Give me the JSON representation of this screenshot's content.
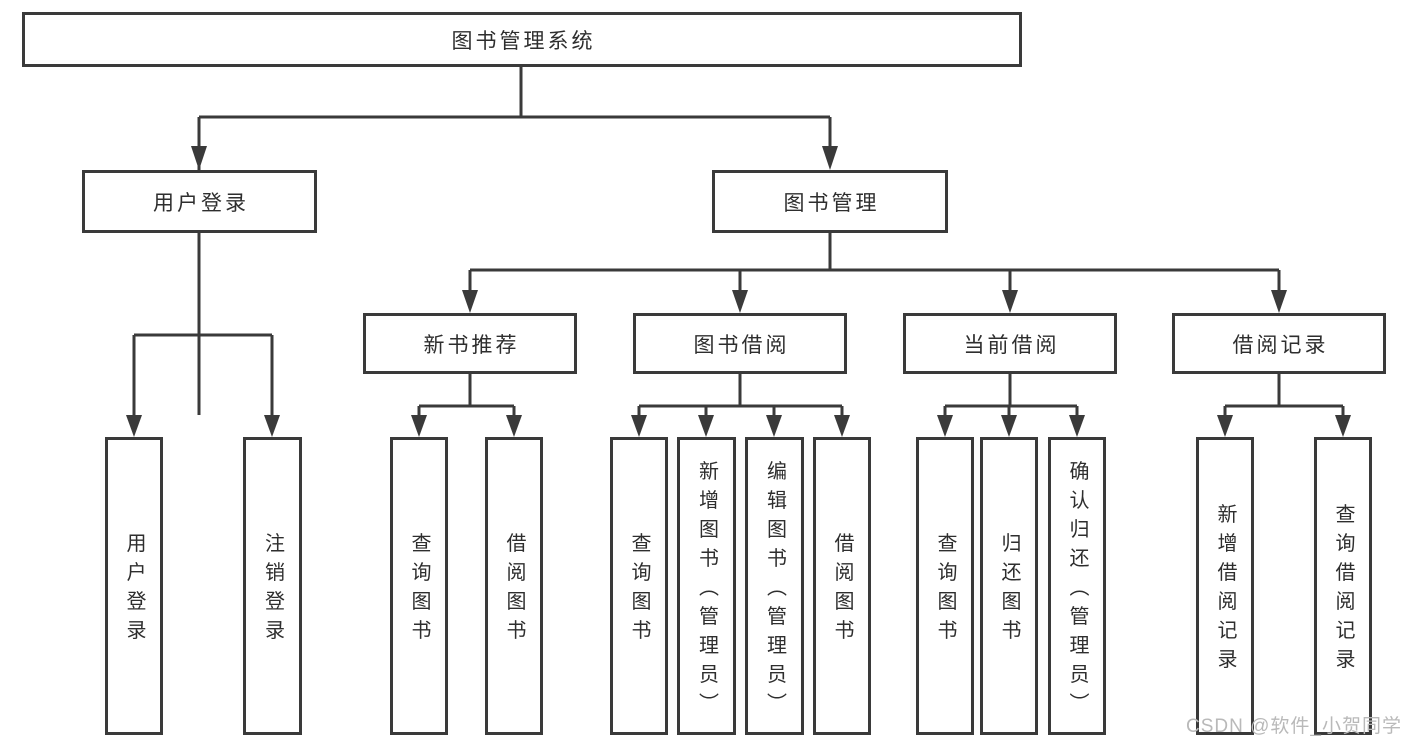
{
  "tree": {
    "label": "图书管理系统",
    "children": [
      {
        "label": "用户登录",
        "children": [
          {
            "label": "用户登录"
          },
          {
            "label": "注销登录"
          }
        ]
      },
      {
        "label": "图书管理",
        "children": [
          {
            "label": "新书推荐",
            "children": [
              {
                "label": "查询图书"
              },
              {
                "label": "借阅图书"
              }
            ]
          },
          {
            "label": "图书借阅",
            "children": [
              {
                "label": "查询图书"
              },
              {
                "label": "新增图书（管理员）"
              },
              {
                "label": "编辑图书（管理员）"
              },
              {
                "label": "借阅图书"
              }
            ]
          },
          {
            "label": "当前借阅",
            "children": [
              {
                "label": "查询图书"
              },
              {
                "label": "归还图书"
              },
              {
                "label": "确认归还（管理员）"
              }
            ]
          },
          {
            "label": "借阅记录",
            "children": [
              {
                "label": "新增借阅记录"
              },
              {
                "label": "查询借阅记录"
              }
            ]
          }
        ]
      }
    ]
  },
  "watermark": "CSDN @软件_小贺同学",
  "colors": {
    "line": "#3a3a3a",
    "text": "#2e2e2e",
    "background": "#ffffff",
    "watermark": "#b9b9b9"
  }
}
